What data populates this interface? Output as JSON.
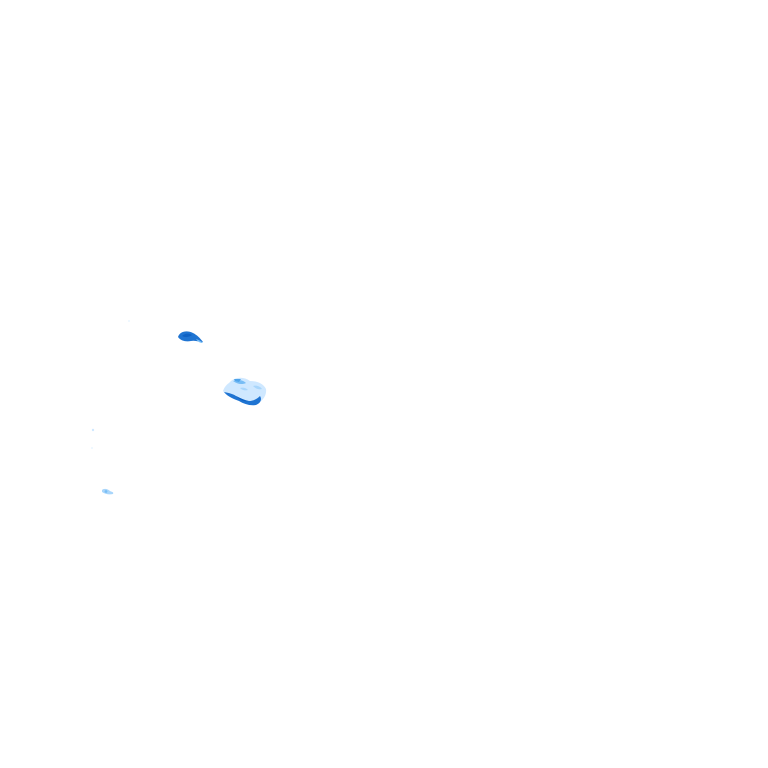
{
  "map": {
    "background_color": "#ffffff",
    "layer": "precipitation-radar-tile",
    "palette": {
      "light": "#cfe8ff",
      "medium": "#78bdf5",
      "strong": "#2f8ee0",
      "heavy": "#0f62c4"
    },
    "echoes": [
      {
        "name": "echo-cell-small",
        "intensity": "strong"
      },
      {
        "name": "echo-cell-large",
        "intensity": "heavy"
      },
      {
        "name": "echo-speck-south",
        "intensity": "light"
      },
      {
        "name": "echo-speck-west",
        "intensity": "light"
      },
      {
        "name": "echo-speck-north",
        "intensity": "light"
      }
    ]
  }
}
